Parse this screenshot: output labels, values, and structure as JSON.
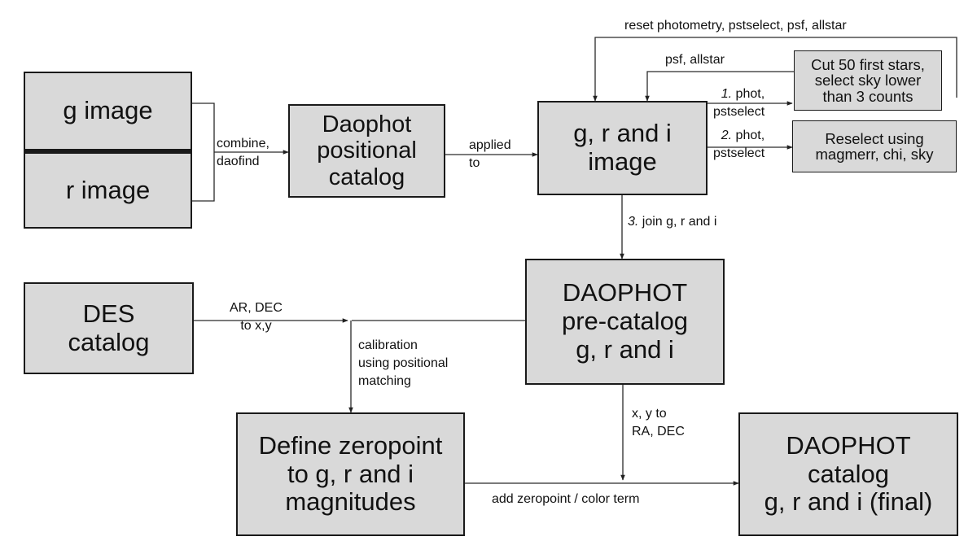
{
  "nodes": {
    "g_image": "g image",
    "r_image": "r image",
    "daophot_positional": "Daophot\npositional\ncatalog",
    "gri_image": "g, r and i\nimage",
    "cut_stars": "Cut 50 first stars,\nselect sky lower\nthan 3 counts",
    "reselect": "Reselect using\nmagmerr, chi, sky",
    "des_catalog": "DES\ncatalog",
    "daophot_precatalog": "DAOPHOT\npre-catalog\ng, r and i",
    "define_zeropoint": "Define zeropoint\nto g, r and i\nmagnitudes",
    "daophot_final": "DAOPHOT\ncatalog\ng, r and i (final)"
  },
  "edges": {
    "combine_daofind": "combine,\ndaofind",
    "applied_to": "applied\nto",
    "reset": "reset photometry, pstselect, psf, allstar",
    "psf_allstar": "psf, allstar",
    "phot1_num": "1.",
    "phot1_text": " phot,\npstselect",
    "phot2_num": "2.",
    "phot2_text": " phot,\npstselect",
    "join_num": "3.",
    "join_text": " join g, r and i",
    "ar_dec": "AR, DEC\nto x,y",
    "calibration": "calibration\nusing positional\nmatching",
    "xy_to_radec": "x, y to\nRA, DEC",
    "add_zeropoint": "add zeropoint / color term"
  }
}
